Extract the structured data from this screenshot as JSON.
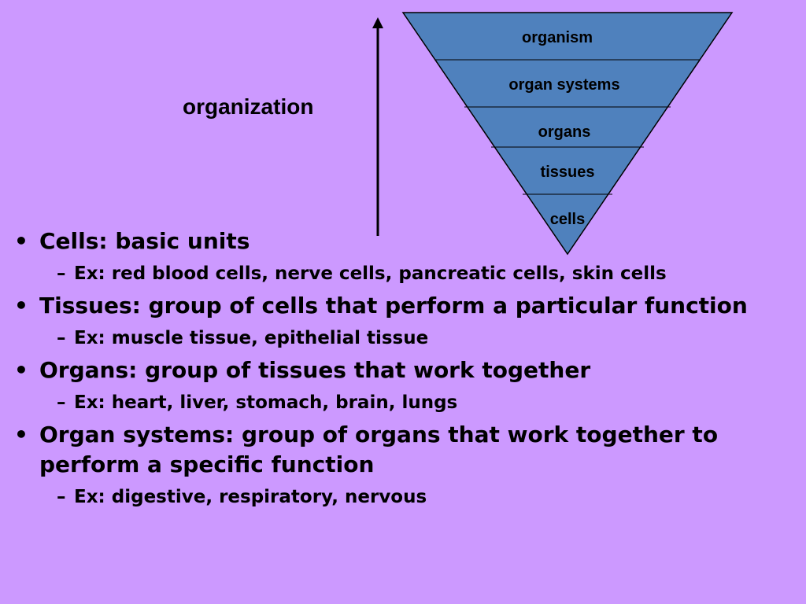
{
  "diagram": {
    "axis_label": "organization",
    "levels": [
      "organism",
      "organ systems",
      "organs",
      "tissues",
      "cells"
    ],
    "colors": {
      "background": "#cc99ff",
      "pyramid_fill": "#4f81bd",
      "outline": "#000000"
    }
  },
  "bullets": [
    {
      "text": "Cells: basic units",
      "sub": "Ex: red blood cells, nerve cells, pancreatic cells, skin cells"
    },
    {
      "text": "Tissues: group of cells that perform a particular function",
      "sub": "Ex: muscle tissue, epithelial tissue"
    },
    {
      "text": "Organs: group of tissues that work together",
      "sub": "Ex: heart, liver, stomach, brain, lungs"
    },
    {
      "text": "Organ systems: group of organs that work together to perform a specific function",
      "sub": "Ex: digestive, respiratory, nervous"
    }
  ],
  "marks": {
    "bullet": "•",
    "dash": "–"
  }
}
